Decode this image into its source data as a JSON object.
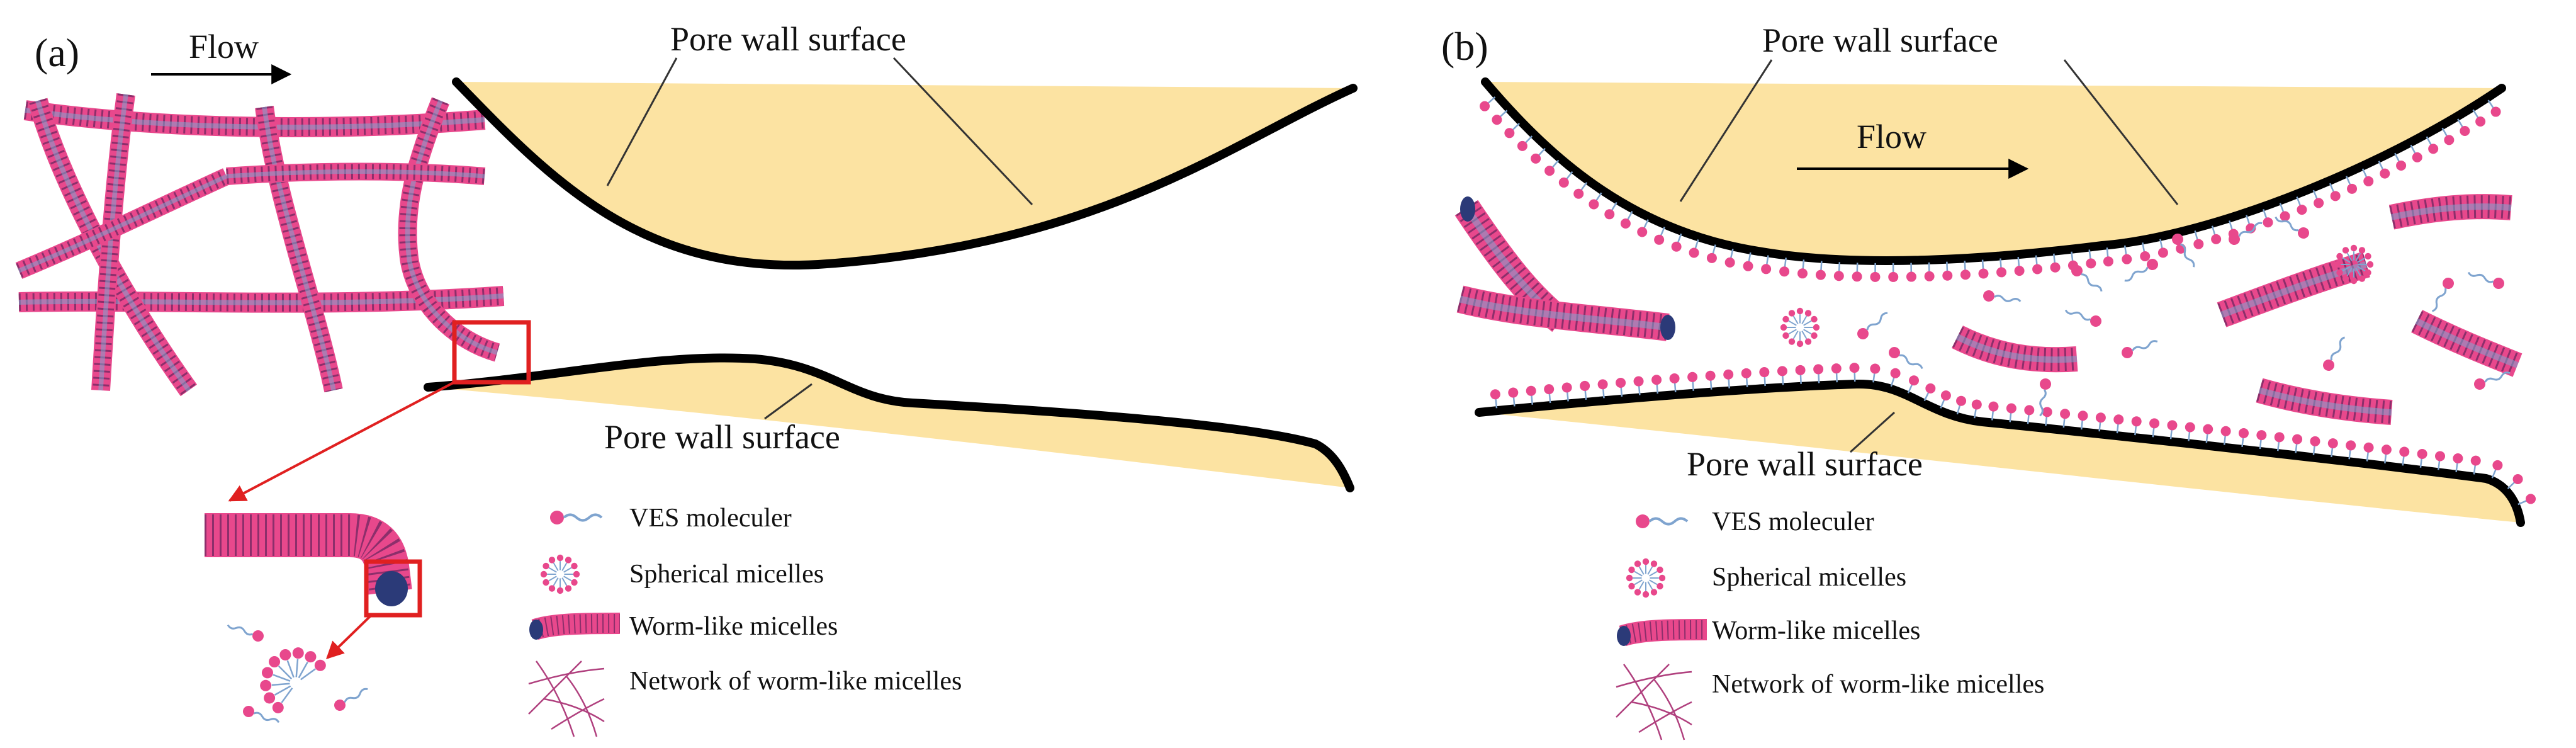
{
  "colors": {
    "pore_fill": "#FCE3A2",
    "pore_outline": "#000000",
    "micelle_pink": "#E8488C",
    "micelle_dark": "#8C2F6B",
    "tail_blue": "#7FA4CF",
    "core_navy": "#2B3A78",
    "highlight_red": "#E02020"
  },
  "panel_a": {
    "label": "(a)",
    "flow_label": "Flow",
    "pore_wall_top_label": "Pore wall surface",
    "pore_wall_bottom_label": "Pore wall surface",
    "legend": [
      {
        "icon": "ves-molecule-icon",
        "text": "VES moleculer"
      },
      {
        "icon": "spherical-micelle-icon",
        "text": "Spherical micelles"
      },
      {
        "icon": "worm-like-micelle-icon",
        "text": "Worm-like micelles"
      },
      {
        "icon": "micelle-network-icon",
        "text": "Network of  worm-like micelles"
      }
    ]
  },
  "panel_b": {
    "label": "(b)",
    "flow_label": "Flow",
    "pore_wall_top_label": "Pore wall surface",
    "pore_wall_bottom_label": "Pore wall surface",
    "legend": [
      {
        "icon": "ves-molecule-icon",
        "text": "VES moleculer"
      },
      {
        "icon": "spherical-micelle-icon",
        "text": "Spherical micelles"
      },
      {
        "icon": "worm-like-micelle-icon",
        "text": "Worm-like micelles"
      },
      {
        "icon": "micelle-network-icon",
        "text": "Network of  worm-like micelles"
      }
    ]
  }
}
